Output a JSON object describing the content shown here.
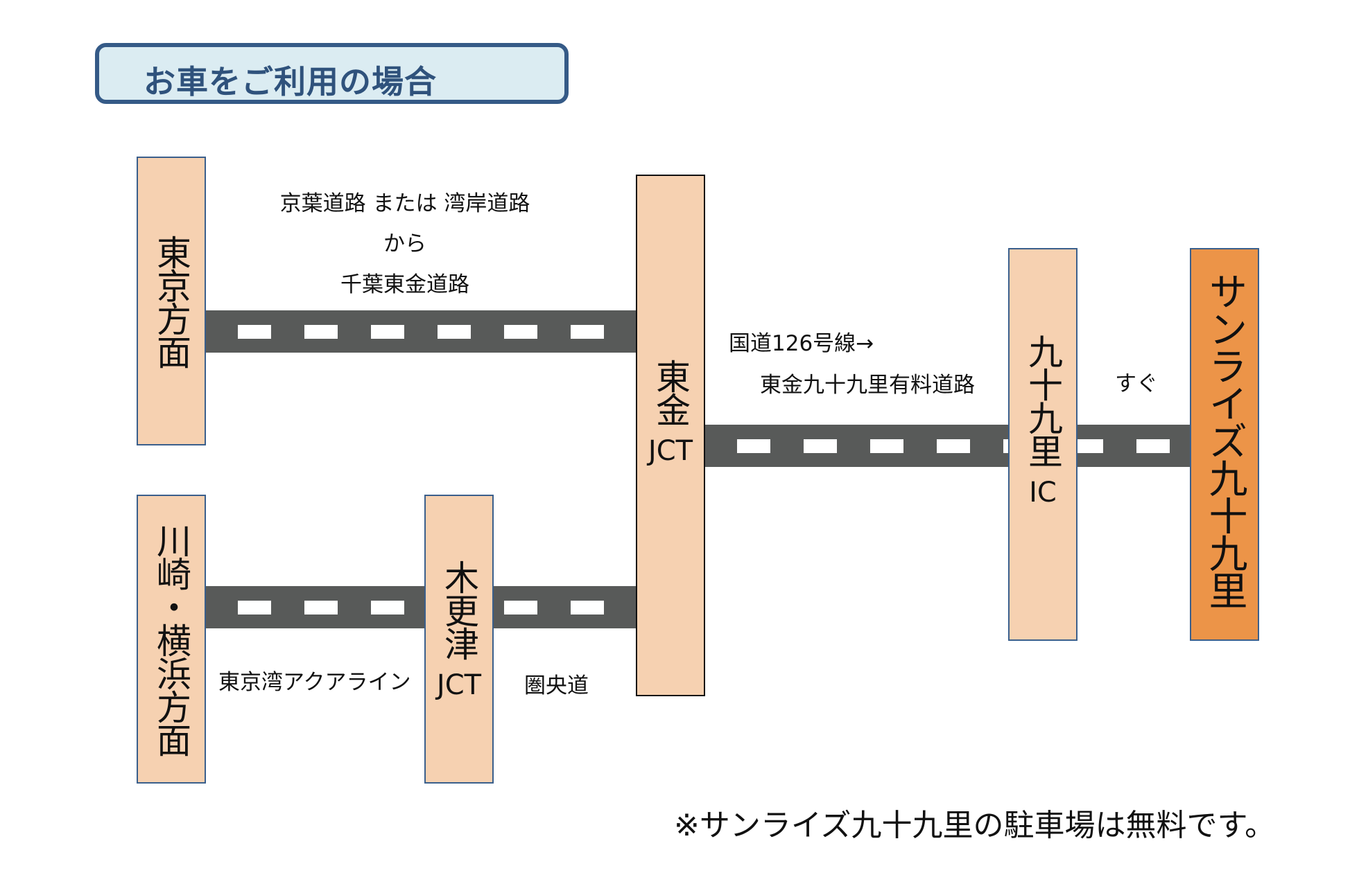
{
  "title": "お車をご利用の場合",
  "nodes": {
    "tokyo": "東京方面",
    "kawasaki": "川崎・横浜方面",
    "kisarazu": "木更津",
    "kisarazu_sub": "JCT",
    "togane": "東金",
    "togane_sub": "JCT",
    "kujukuri": "九十九里",
    "kujukuri_sub": "IC",
    "destination": "サンライズ九十九里"
  },
  "routes": {
    "top_line1": "京葉道路 または 湾岸道路",
    "top_line2": "から",
    "top_line3": "千葉東金道路",
    "mid_line1": "国道126号線→",
    "mid_line2": "東金九十九里有料道路",
    "near": "すぐ",
    "aqualine": "東京湾アクアライン",
    "ken_o": "圏央道"
  },
  "footer": "※サンライズ九十九里の駐車場は無料です。",
  "colors": {
    "node": "#f6d1b1",
    "destination": "#ec9448",
    "road": "#585a59",
    "title_bg": "#dbecf2",
    "title_border": "#355a87"
  }
}
